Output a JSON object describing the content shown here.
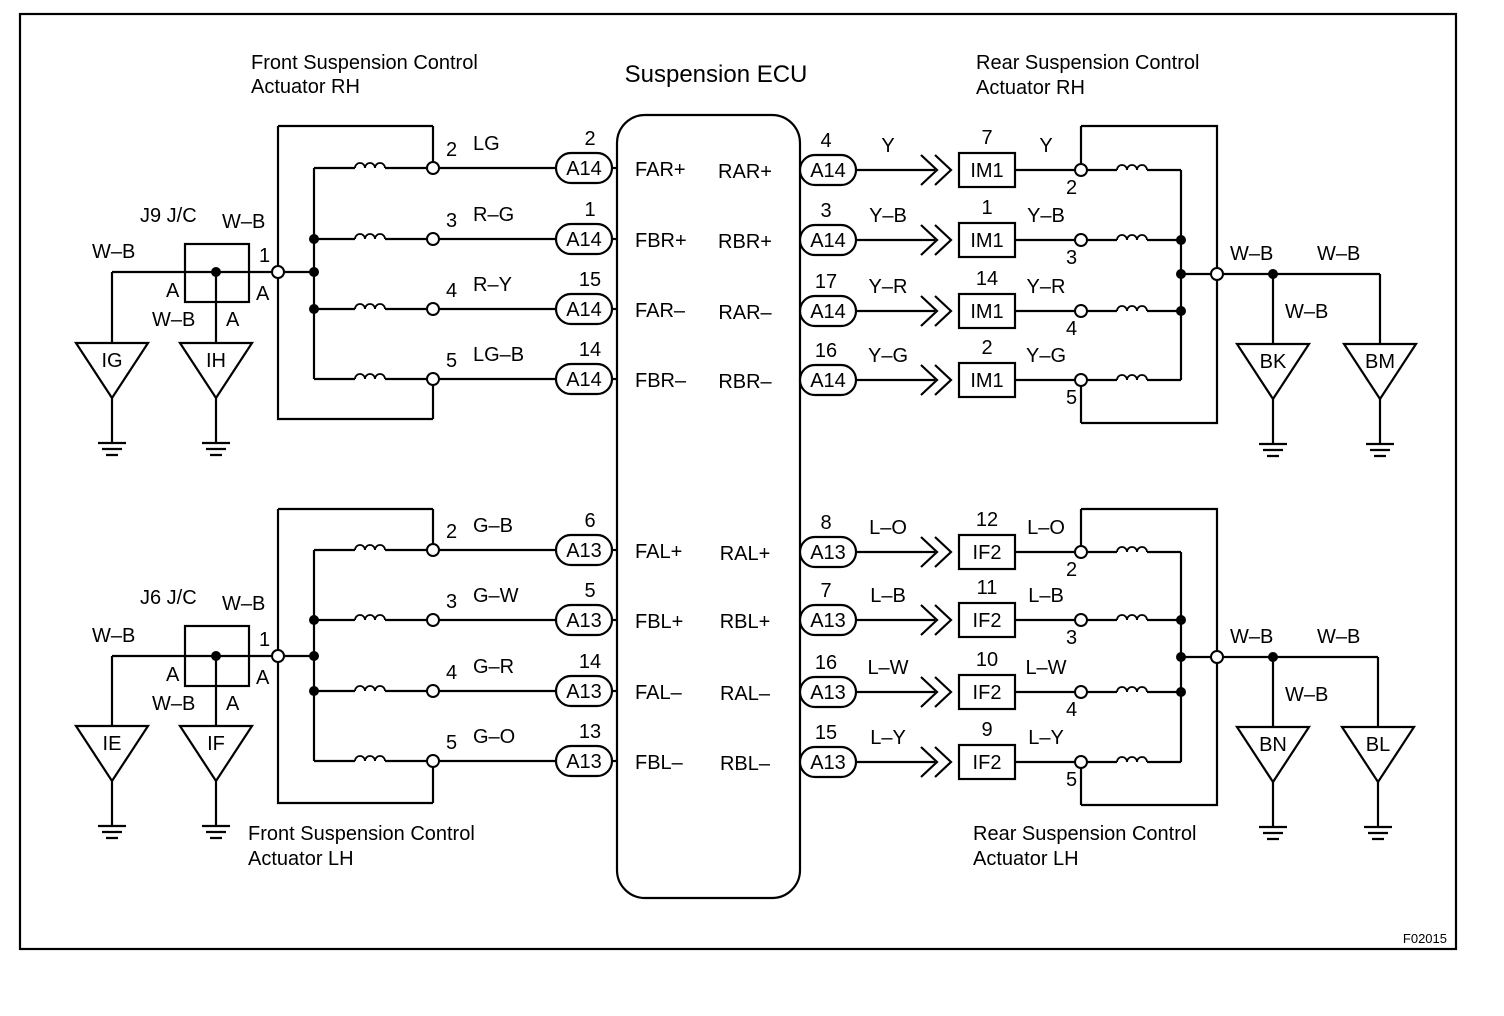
{
  "ecu": {
    "title": "Suspension ECU",
    "left_pins": [
      "FAR+",
      "FBR+",
      "FAR–",
      "FBR–",
      "FAL+",
      "FBL+",
      "FAL–",
      "FBL–"
    ],
    "right_pins": [
      "RAR+",
      "RBR+",
      "RAR–",
      "RBR–",
      "RAL+",
      "RBL+",
      "RAL–",
      "RBL–"
    ]
  },
  "actuators": {
    "front_rh": {
      "line1": "Front Suspension Control",
      "line2": "Actuator RH"
    },
    "rear_rh": {
      "line1": "Rear Suspension Control",
      "line2": "Actuator RH"
    },
    "front_lh": {
      "line1": "Front Suspension Control",
      "line2": "Actuator LH"
    },
    "rear_lh": {
      "line1": "Rear Suspension Control",
      "line2": "Actuator LH"
    }
  },
  "front_rh": {
    "pins": [
      "2",
      "3",
      "4",
      "5"
    ],
    "wires": [
      "LG",
      "R–G",
      "R–Y",
      "LG–B"
    ],
    "connector": "A14",
    "connector_pins": [
      "2",
      "1",
      "15",
      "14"
    ],
    "common_pin": "1",
    "junction": {
      "name": "J9 J/C",
      "pin_left": "A",
      "pin_right": "A",
      "pin_bottom": "A"
    },
    "wire_top": "W–B",
    "wire_left": "W–B",
    "wire_down": "W–B",
    "grounds": [
      "IG",
      "IH"
    ]
  },
  "front_lh": {
    "pins": [
      "2",
      "3",
      "4",
      "5"
    ],
    "wires": [
      "G–B",
      "G–W",
      "G–R",
      "G–O"
    ],
    "connector": "A13",
    "connector_pins": [
      "6",
      "5",
      "14",
      "13"
    ],
    "common_pin": "1",
    "junction": {
      "name": "J6 J/C",
      "pin_left": "A",
      "pin_right": "A",
      "pin_bottom": "A"
    },
    "wire_top": "W–B",
    "wire_left": "W–B",
    "wire_down": "W–B",
    "grounds": [
      "IE",
      "IF"
    ]
  },
  "rear_rh": {
    "connector": "A14",
    "connector_pins": [
      "4",
      "3",
      "17",
      "16"
    ],
    "wires_ecu": [
      "Y",
      "Y–B",
      "Y–R",
      "Y–G"
    ],
    "inline_connector": "IM1",
    "inline_pins": [
      "7",
      "1",
      "14",
      "2"
    ],
    "wires_act": [
      "Y",
      "Y–B",
      "Y–R",
      "Y–G"
    ],
    "pins": [
      "2",
      "3",
      "4",
      "5"
    ],
    "wire_out": "W–B",
    "wire_right": "W–B",
    "wire_down": "W–B",
    "grounds": [
      "BK",
      "BM"
    ]
  },
  "rear_lh": {
    "connector": "A13",
    "connector_pins": [
      "8",
      "7",
      "16",
      "15"
    ],
    "wires_ecu": [
      "L–O",
      "L–B",
      "L–W",
      "L–Y"
    ],
    "inline_connector": "IF2",
    "inline_pins": [
      "12",
      "11",
      "10",
      "9"
    ],
    "wires_act": [
      "L–O",
      "L–B",
      "L–W",
      "L–Y"
    ],
    "pins": [
      "2",
      "3",
      "4",
      "5"
    ],
    "wire_out": "W–B",
    "wire_right": "W–B",
    "wire_down": "W–B",
    "grounds": [
      "BN",
      "BL"
    ]
  },
  "figure_code": "F02015"
}
